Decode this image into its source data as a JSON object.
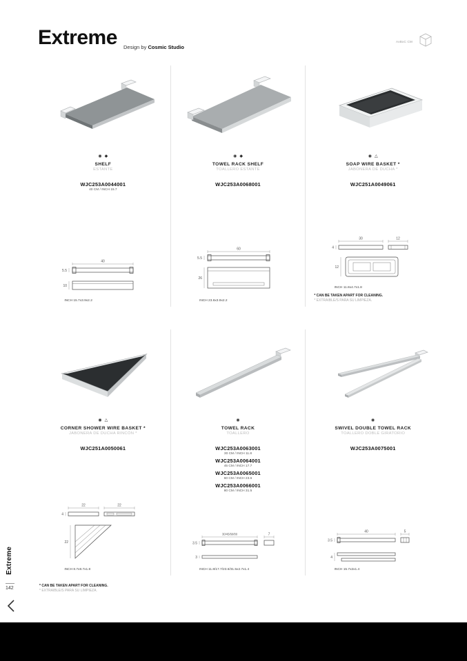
{
  "header": {
    "title": "Extreme",
    "design_by_label": "Design by",
    "designer": "Cosmic Studio",
    "legend_label": "AxBxC CM"
  },
  "sidebar": {
    "collection_label": "Extreme",
    "page_number": "142"
  },
  "footnote": {
    "en": "* CAN BE TAKEN APART FOR CLEANING.",
    "es": "* EXTRAIBLE/S PARA SU LIMPIEZA."
  },
  "products": [
    {
      "icons": [
        {
          "glyph": "◉"
        },
        {
          "glyph": "◆"
        }
      ],
      "name": "SHELF",
      "name_alt": "ESTANTE",
      "codes": [
        {
          "code": "WJC253A0044001",
          "size": "40 CM / INCH 15.7"
        }
      ],
      "drawing": {
        "dim_width": "40",
        "dim_depth": "5.5",
        "dim_height": "10",
        "caption": "INCH 15.7x3.9x2.2"
      }
    },
    {
      "icons": [
        {
          "glyph": "◉"
        },
        {
          "glyph": "◆"
        }
      ],
      "name": "TOWEL RACK SHELF",
      "name_alt": "TOALLERO ESTANTE",
      "codes": [
        {
          "code": "WJC253A0068001"
        }
      ],
      "drawing": {
        "dim_width": "60",
        "dim_depth": "5.5",
        "dim_height": "26",
        "caption": "INCH 23.6x3.9x2.2"
      }
    },
    {
      "icons": [
        {
          "glyph": "◉"
        },
        {
          "glyph": "△"
        }
      ],
      "name": "SOAP WIRE BASKET *",
      "name_alt": "JABONERA DE DUCHA *",
      "codes": [
        {
          "code": "WJC251A0049061"
        }
      ],
      "drawing": {
        "dim_width": "30",
        "dim_width2": "12",
        "dim_depth": "4",
        "dim_height": "12",
        "caption": "INCH 11.8x4.7x1.8"
      }
    },
    {
      "icons": [
        {
          "glyph": "◉"
        },
        {
          "glyph": "△"
        }
      ],
      "name": "CORNER SHOWER WIRE BASKET *",
      "name_alt": "JABONERA DE DUCHA RINCÓN *",
      "codes": [
        {
          "code": "WJC251A0050061"
        }
      ],
      "drawing": {
        "dim_width": "22",
        "dim_width2": "22",
        "dim_depth": "4",
        "dim_height": "22",
        "caption": "INCH 8.7x8.7x1.8"
      }
    },
    {
      "icons": [
        {
          "glyph": "◉"
        }
      ],
      "name": "TOWEL RACK",
      "name_alt": "TOALLERO",
      "codes": [
        {
          "code": "WJC253A0063001",
          "size": "30 CM / INCH 11.8"
        },
        {
          "code": "WJC253A0064001",
          "size": "45 CM / INCH 17.7"
        },
        {
          "code": "WJC253A0065001",
          "size": "60 CM / INCH 23.6"
        },
        {
          "code": "WJC253A0066001",
          "size": "80 CM / INCH 31.5"
        }
      ],
      "drawing": {
        "dim_width": "30/45/60/80",
        "dim_width2": "7",
        "dim_depth": "3.5",
        "dim_height": "3",
        "caption": "INCH 11.8/17.7/23.6/31.5x2.7x1.4"
      }
    },
    {
      "icons": [
        {
          "glyph": "◉"
        }
      ],
      "name": "SWIVEL DOUBLE TOWEL RACK",
      "name_alt": "TOALLERO DOBLE GIRATORIO",
      "codes": [
        {
          "code": "WJC253A0075001"
        }
      ],
      "drawing": {
        "dim_width": "40",
        "dim_width2": "5",
        "dim_depth": "3.5",
        "dim_height": "4",
        "caption": "INCH 15.7x2x1.4"
      }
    }
  ]
}
